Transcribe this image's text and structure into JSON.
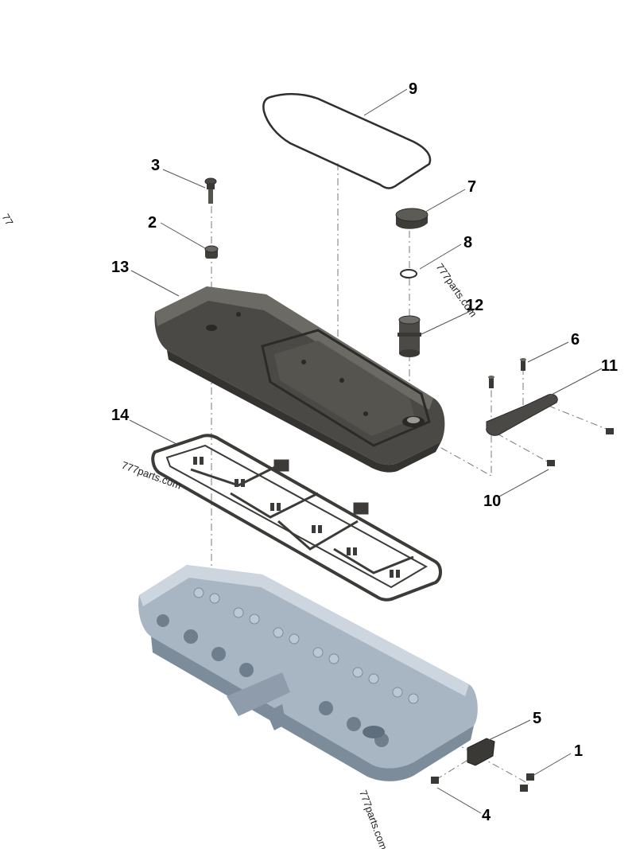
{
  "callouts": [
    "1",
    "2",
    "3",
    "4",
    "5",
    "6",
    "7",
    "8",
    "9",
    "10",
    "11",
    "12",
    "13",
    "14"
  ],
  "watermarks": [
    "777parts.com",
    "777parts.com",
    "777parts.com",
    "77"
  ],
  "colors": {
    "cover": "#4a4945",
    "cover_dark": "#34332f",
    "cover_light": "#6b6a65",
    "head": "#a8b6c4",
    "head_dark": "#7d8c9a",
    "head_light": "#cdd6df",
    "gasket": "#3c3b38",
    "part_dark": "#3a3936"
  }
}
